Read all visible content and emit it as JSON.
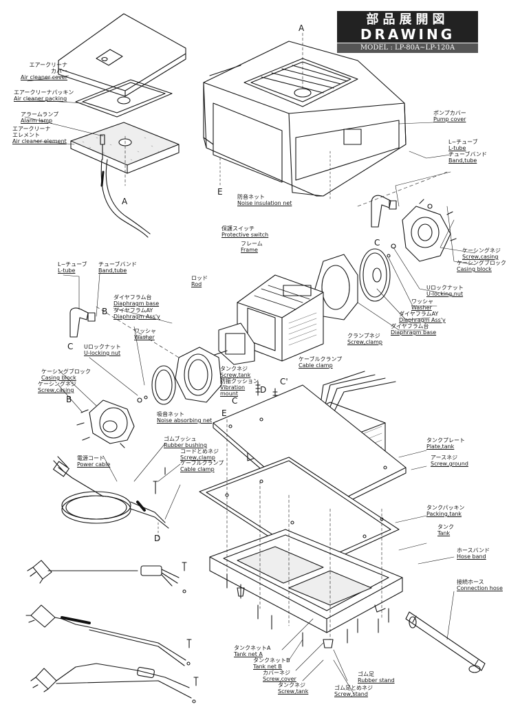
{
  "title": {
    "ja": "部品展開図",
    "en": "DRAWING",
    "model": "MODEL : LP-80A~LP-120A"
  },
  "letters": {
    "a": "A",
    "b": "B",
    "c": "C",
    "c_prime": "C'",
    "d": "D",
    "e": "E"
  },
  "parts": {
    "air_cleaner_cover": {
      "ja": "エアークリーナ\nカバー",
      "en": "Air cleaner cover"
    },
    "air_cleaner_packing": {
      "ja": "エアークリーナパッキン",
      "en": "Air cleaner packing"
    },
    "alarm_lamp": {
      "ja": "アラームランプ",
      "en": "Alarm lamp"
    },
    "air_cleaner_element": {
      "ja": "エアークリーナ\nエレメント",
      "en": "Air cleaner element"
    },
    "pump_cover": {
      "ja": "ポンプカバー",
      "en": "Pump cover"
    },
    "l_tube_right": {
      "ja": "L−チューブ",
      "en": "L-tube"
    },
    "band_tube_right": {
      "ja": "チューブバンド",
      "en": "Band,tube"
    },
    "noise_insulation_net": {
      "ja": "防音ネット",
      "en": "Noise insulation net"
    },
    "protective_switch": {
      "ja": "保護スイッチ",
      "en": "Protective switch"
    },
    "frame": {
      "ja": "フレーム",
      "en": "Frame"
    },
    "screw_casing_right": {
      "ja": "ケーシングネジ",
      "en": "Screw,casing"
    },
    "casing_block_right": {
      "ja": "ケーシングブロック",
      "en": "Casing block"
    },
    "rod": {
      "ja": "ロッド",
      "en": "Rod"
    },
    "u_locking_nut_right": {
      "ja": "Uロックナット",
      "en": "U-locking nut"
    },
    "washer_right": {
      "ja": "ワッシャ",
      "en": "Washer"
    },
    "diaphragm_assy_right": {
      "ja": "ダイヤフラムAY",
      "en": "Diaphragm Ass'y"
    },
    "diaphragm_base_right": {
      "ja": "ダイヤフラム台",
      "en": "Diaphragm base"
    },
    "l_tube_left": {
      "ja": "L−チューブ",
      "en": "L-tube"
    },
    "band_tube_left": {
      "ja": "チューブバンド",
      "en": "Band,tube"
    },
    "diaphragm_base_left": {
      "ja": "ダイヤフラム台",
      "en": "Diaphragm base"
    },
    "diaphragm_assy_left": {
      "ja": "ダイヤフラムAY",
      "en": "Diaphragm Ass'y"
    },
    "washer_left": {
      "ja": "ワッシャ",
      "en": "Washer"
    },
    "u_locking_nut_left": {
      "ja": "Uロックナット",
      "en": "U-locking nut"
    },
    "screw_clamp_top": {
      "ja": "クランプネジ",
      "en": "Screw,clamp"
    },
    "cable_clamp_top": {
      "ja": "ケーブルクランプ",
      "en": "Cable clamp"
    },
    "screw_tank_top": {
      "ja": "タンクネジ",
      "en": "Screw,tank"
    },
    "vibration_mount": {
      "ja": "防振クッション",
      "en": "Vibration\nmount"
    },
    "casing_block_left": {
      "ja": "ケーシングブロック",
      "en": "Casing block"
    },
    "screw_casing_left": {
      "ja": "ケーシングネジ",
      "en": "Screw,casing"
    },
    "noise_absorbing_net": {
      "ja": "吸音ネット",
      "en": "Noise absorbing net"
    },
    "rubber_bushing": {
      "ja": "ゴムブッシュ",
      "en": "Rubber bushing"
    },
    "screw_clamp_left": {
      "ja": "コードとめネジ",
      "en": "Screw,clamp"
    },
    "power_cable": {
      "ja": "電源コード",
      "en": "Power cable"
    },
    "cable_clamp_left": {
      "ja": "ケーブルクランプ",
      "en": "Cable clamp"
    },
    "plate_tank": {
      "ja": "タンクプレート",
      "en": "Plate,tank"
    },
    "screw_ground": {
      "ja": "アースネジ",
      "en": "Screw,ground"
    },
    "packing_tank": {
      "ja": "タンクパッキン",
      "en": "Packing,tank"
    },
    "tank": {
      "ja": "タンク",
      "en": "Tank"
    },
    "hose_band": {
      "ja": "ホースバンド",
      "en": "Hose band"
    },
    "connection_hose": {
      "ja": "接続ホース",
      "en": "Connection hose"
    },
    "tank_net_a": {
      "ja": "タンクネットA",
      "en": "Tank net A"
    },
    "tank_net_b": {
      "ja": "タンクネットB",
      "en": "Tank net B"
    },
    "screw_cover": {
      "ja": "カバーネジ",
      "en": "Screw,cover"
    },
    "screw_tank_bottom": {
      "ja": "タンクネジ",
      "en": "Screw,tank"
    },
    "rubber_stand": {
      "ja": "ゴム足",
      "en": "Rubber stand"
    },
    "screw_stand": {
      "ja": "ゴム足とめネジ",
      "en": "Screw,stand"
    }
  }
}
